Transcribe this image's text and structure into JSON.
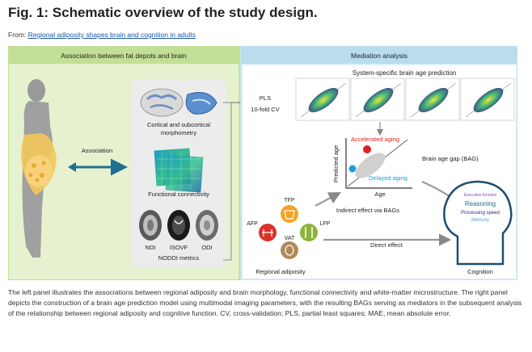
{
  "header": {
    "title": "Fig. 1: Schematic overview of the study design.",
    "from_prefix": "From: ",
    "from_link": "Regional adiposity shapes brain and cognition in adults"
  },
  "figure": {
    "left_panel_title": "Association between fat depots and brain",
    "right_panel_title": "Mediation analysis",
    "association_label": "Association",
    "morphometry_label_1": "Cortical and subcortical",
    "morphometry_label_2": "morphometry",
    "fc_label": "Functional connectivity",
    "ndi_label": "NDI",
    "isovf_label": "ISOVF",
    "odi_label": "ODI",
    "noddi_label": "NODDI metrics",
    "pls_label": "PLS",
    "cv_label": "10-fold CV",
    "prediction_title": "System-specific brain age prediction",
    "accelerated_label": "Accelerated aging",
    "delayed_label": "Delayed aging",
    "y_axis_label": "Predicted age",
    "x_axis_label": "Age",
    "bag_label": "Brain age gap (BAG)",
    "tfp_label": "TFP",
    "afp_label": "AFP",
    "lfp_label": "LFP",
    "vat_label": "VAT",
    "regional_adiposity_label": "Regional adiposity",
    "indirect_label": "Indirect effect via BAGs",
    "direct_label": "Direct effect",
    "reasoning_label": "Reasoning",
    "processing_label": "Processing speed",
    "memory_label": "Memory",
    "executive_label": "Executive function",
    "cognition_label": "Cognition"
  },
  "caption": "The left panel illustrates the associations between regional adiposity and brain morphology, functional connectivity and white-matter microstructure. The right panel depicts the construction of a brain age prediction model using multimodal imaging parameters, with the resulting BAGs serving as mediators in the subsequent analysis of the relationship between regional adiposity and cognitive function. CV, cross-validation; PLS, partial least squares; MAE, mean absolute error.",
  "colors": {
    "left_panel_bg": "#e6f2cf",
    "left_panel_header": "#c3df96",
    "right_panel_bg": "#dff0f8",
    "right_panel_header": "#b9ddec",
    "accelerated": "#e02020",
    "delayed": "#1aa0d8",
    "link": "#1a57a8"
  }
}
